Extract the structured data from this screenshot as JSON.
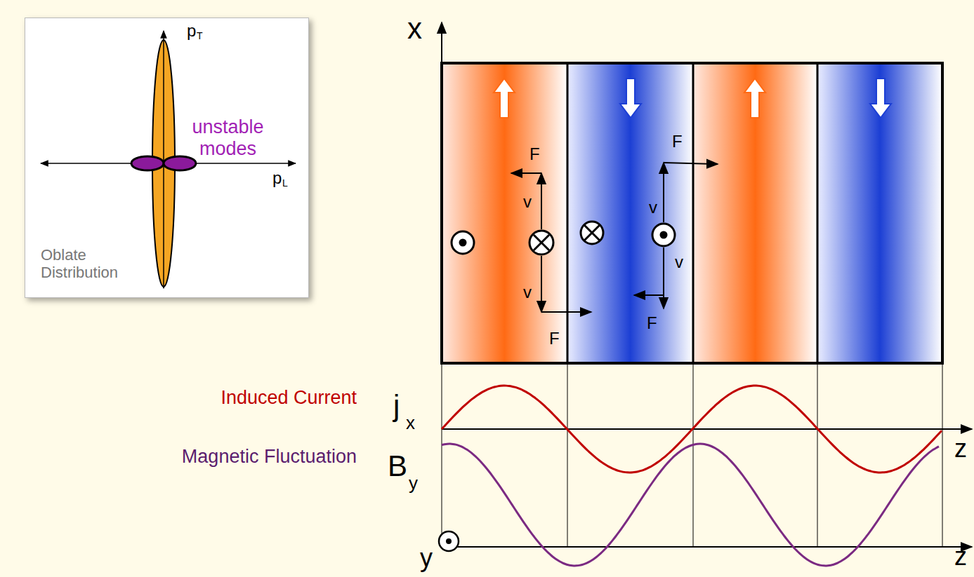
{
  "diagram": {
    "nodes": [
      {
        "text": [
          "p",
          "T",
          "unstable modes",
          "p",
          "L",
          "Oblate Distribution"
        ]
      }
    ],
    "labels": [
      "x",
      "F",
      "v",
      "v",
      "F",
      "F",
      "v",
      "v",
      "F",
      "j",
      "x",
      "z",
      "B",
      "y",
      "z",
      "y",
      "Induced Current",
      "Magnetic Fluctuation"
    ]
  }
}
